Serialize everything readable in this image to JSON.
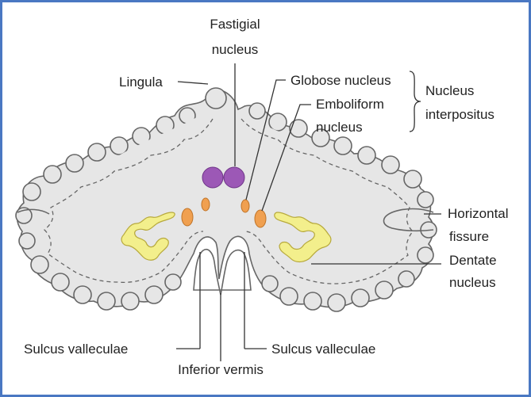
{
  "labels": {
    "fastigial_1": "Fastigial",
    "fastigial_2": "nucleus",
    "lingula": "Lingula",
    "globose": "Globose nucleus",
    "emboliform_1": "Emboliform",
    "emboliform_2": "nucleus",
    "interpositus_1": "Nucleus",
    "interpositus_2": "interpositus",
    "horizontal_1": "Horizontal",
    "horizontal_2": "fissure",
    "dentate_1": "Dentate",
    "dentate_2": "nucleus",
    "sulcus_left": "Sulcus valleculae",
    "sulcus_right": "Sulcus valleculae",
    "inferior_vermis": "Inferior vermis"
  },
  "colors": {
    "frame_border": "#4a78c2",
    "cerebellum_fill": "#e6e6e6",
    "outline": "#666666",
    "fastigial": "#9c58b6",
    "globose_emboliform": "#f0a050",
    "dentate": "#f3ef8c"
  }
}
